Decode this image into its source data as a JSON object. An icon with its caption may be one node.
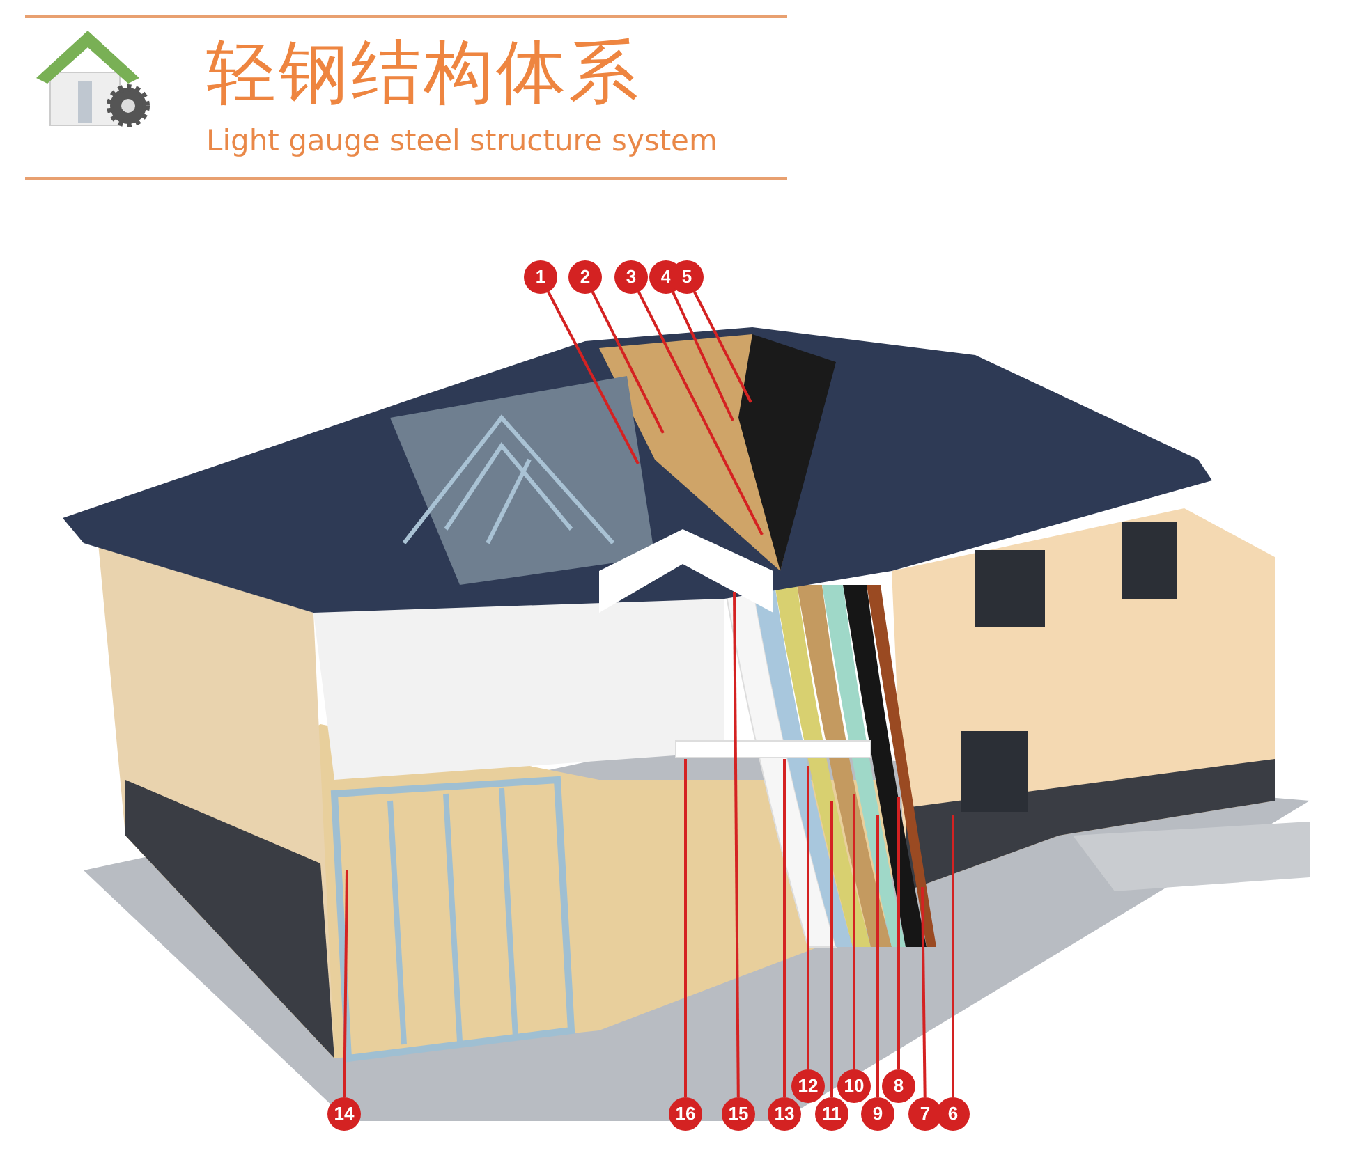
{
  "diagram": {
    "title": "轻钢结构体系",
    "nodes": [
      {
        "text": [
          "1"
        ]
      },
      {
        "text": [
          "2"
        ]
      },
      {
        "text": [
          "3"
        ]
      },
      {
        "text": [
          "4"
        ]
      },
      {
        "text": [
          "5"
        ]
      },
      {
        "text": [
          "6"
        ]
      },
      {
        "text": [
          "7"
        ]
      },
      {
        "text": [
          "8"
        ]
      },
      {
        "text": [
          "9"
        ]
      },
      {
        "text": [
          "10"
        ]
      },
      {
        "text": [
          "11"
        ]
      },
      {
        "text": [
          "12"
        ]
      },
      {
        "text": [
          "13"
        ]
      },
      {
        "text": [
          "14"
        ]
      },
      {
        "text": [
          "15"
        ]
      },
      {
        "text": [
          "16"
        ]
      }
    ],
    "edges": [
      {
        "from": 0,
        "to": null,
        "arrow": "none"
      },
      {
        "from": 1,
        "to": null,
        "arrow": "none"
      },
      {
        "from": 2,
        "to": null,
        "arrow": "none"
      },
      {
        "from": 3,
        "to": null,
        "arrow": "none"
      },
      {
        "from": 4,
        "to": null,
        "arrow": "none"
      },
      {
        "from": 5,
        "to": null,
        "arrow": "none"
      },
      {
        "from": 6,
        "to": null,
        "arrow": "none"
      },
      {
        "from": 7,
        "to": null,
        "arrow": "none"
      },
      {
        "from": 8,
        "to": null,
        "arrow": "none"
      },
      {
        "from": 9,
        "to": null,
        "arrow": "none"
      },
      {
        "from": 10,
        "to": null,
        "arrow": "none"
      },
      {
        "from": 11,
        "to": null,
        "arrow": "none"
      },
      {
        "from": 12,
        "to": null,
        "arrow": "none"
      },
      {
        "from": 13,
        "to": null,
        "arrow": "none"
      },
      {
        "from": 14,
        "to": null,
        "arrow": "none"
      },
      {
        "from": 15,
        "to": null,
        "arrow": "none"
      }
    ],
    "labels": [
      "Light gauge steel structure system"
    ]
  }
}
